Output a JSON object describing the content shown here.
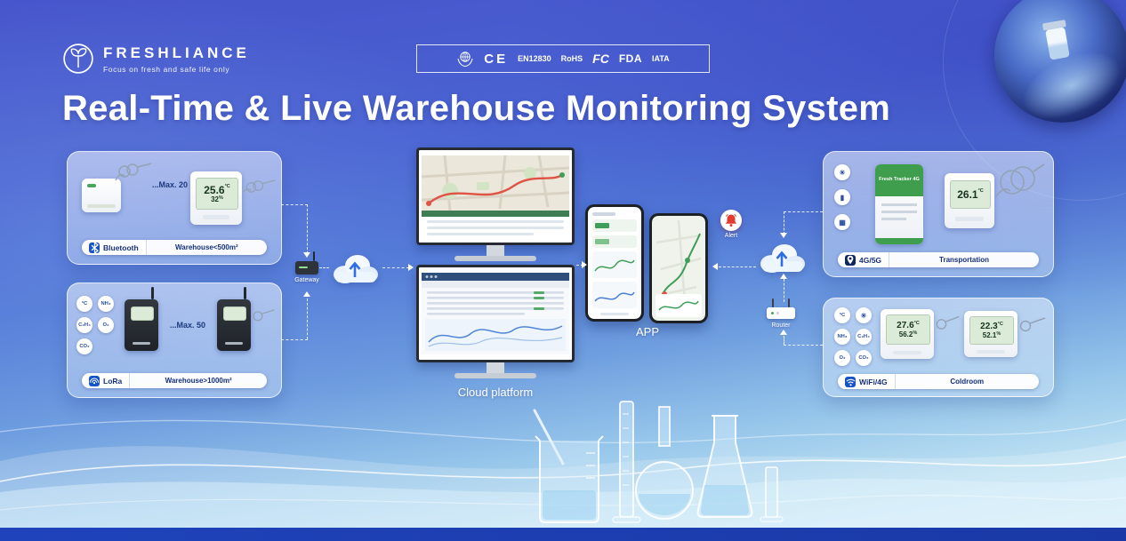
{
  "header": {
    "brand": "FRESHLIANCE",
    "tagline": "Focus on fresh and safe life only",
    "certs": {
      "ce": "CE",
      "en": "EN12830",
      "rohs": "RoHS",
      "fcc": "FC",
      "fda": "FDA",
      "iata": "IATA"
    }
  },
  "title": "Real-Time & Live Warehouse Monitoring System",
  "cards": {
    "bluetooth": {
      "max_label": "...Max. 20",
      "badge": "Bluetooth",
      "area": "Warehouse<500m²",
      "lcd_temp": "25.6",
      "lcd_temp_unit": "°C",
      "lcd_hum": "32",
      "lcd_hum_unit": "%"
    },
    "lora": {
      "max_label": "...Max. 50",
      "badge": "LoRa",
      "area": "Warehouse>1000m²",
      "sensors": [
        "°C",
        "NH₃",
        "C₂H₄",
        "O₂",
        "CO₂"
      ]
    },
    "cellular": {
      "badge": "4G/5G",
      "area": "Transportation",
      "device_name": "Fresh Tracker 4G",
      "lcd_temp": "26.1",
      "lcd_temp_unit": "°C",
      "feature_icons": [
        "☀",
        "▮",
        "▦"
      ]
    },
    "wifi": {
      "badge": "WiFi/4G",
      "area": "Coldroom",
      "sensors": [
        "°C",
        "☀",
        "NH₃",
        "C₂H₄",
        "O₂",
        "CO₂"
      ],
      "lcd1_temp": "27.6",
      "lcd1_hum": "56.2",
      "lcd2_temp": "22.3",
      "lcd2_hum": "52.1",
      "lcd_temp_unit": "°C",
      "lcd_hum_unit": "%"
    }
  },
  "nodes": {
    "gateway": "Gateway",
    "alert": "Alert",
    "router": "Router"
  },
  "labels": {
    "cloud_platform": "Cloud platform",
    "app": "APP"
  },
  "theme": {
    "accent_blue": "#1553c8",
    "alert_red": "#e23b30",
    "device_green": "#3f9e4d",
    "bottom_bar": "#1f43bb"
  }
}
